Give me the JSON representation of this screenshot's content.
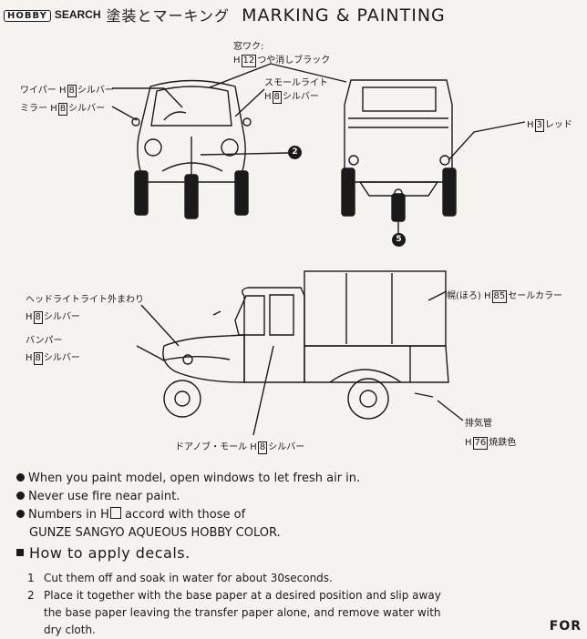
{
  "header": {
    "logo_badge": "HOBBY",
    "logo_text": "SEARCH",
    "title_jp": "塗装とマーキング",
    "title_en": "MARKING & PAINTING"
  },
  "labels": {
    "window_frame": {
      "name": "窓ワク:",
      "prefix": "H",
      "code": "12",
      "color": "つや消しブラック"
    },
    "wiper": {
      "name": "ワイパー",
      "prefix": "H",
      "code": "8",
      "color": "シルバー"
    },
    "mirror": {
      "name": "ミラー",
      "prefix": "H",
      "code": "8",
      "color": "シルバー"
    },
    "small_light": {
      "name": "スモールライト",
      "prefix": "H",
      "code": "8",
      "color": "シルバー"
    },
    "tail_red": {
      "prefix": "H",
      "code": "3",
      "color": "レッド"
    },
    "headlight_rim": {
      "name": "ヘッドライトライト外まわり",
      "prefix": "H",
      "code": "8",
      "color": "シルバー"
    },
    "bumper": {
      "name": "バンパー",
      "prefix": "H",
      "code": "8",
      "color": "シルバー"
    },
    "hood": {
      "name": "幌(ほろ)",
      "prefix": "H",
      "code": "85",
      "color": "セールカラー"
    },
    "door_knob": {
      "name": "ドアノブ・モール",
      "prefix": "H",
      "code": "8",
      "color": "シルバー"
    },
    "exhaust": {
      "name": "排気管",
      "prefix": "H",
      "code": "76",
      "color": "焼鉄色"
    }
  },
  "callouts": {
    "front": "2",
    "rear": "5"
  },
  "notes": {
    "n1": "When you paint model, open windows to let fresh air in.",
    "n2": "Never use fire near paint.",
    "n3a": "Numbers in H",
    "n3b": " accord with those of",
    "n3c": "GUNZE SANGYO AQUEOUS HOBBY COLOR.",
    "heading": "How to apply decals."
  },
  "steps": [
    {
      "num": "1",
      "line1": "Cut them off and soak in water for about 30seconds."
    },
    {
      "num": "2",
      "line1": "Place it together with the base paper at a desired position and slip away",
      "line2": "the base paper leaving the transfer paper alone, and remove water with",
      "line3": "dry cloth."
    }
  ],
  "footer": {
    "for": "FOR"
  }
}
